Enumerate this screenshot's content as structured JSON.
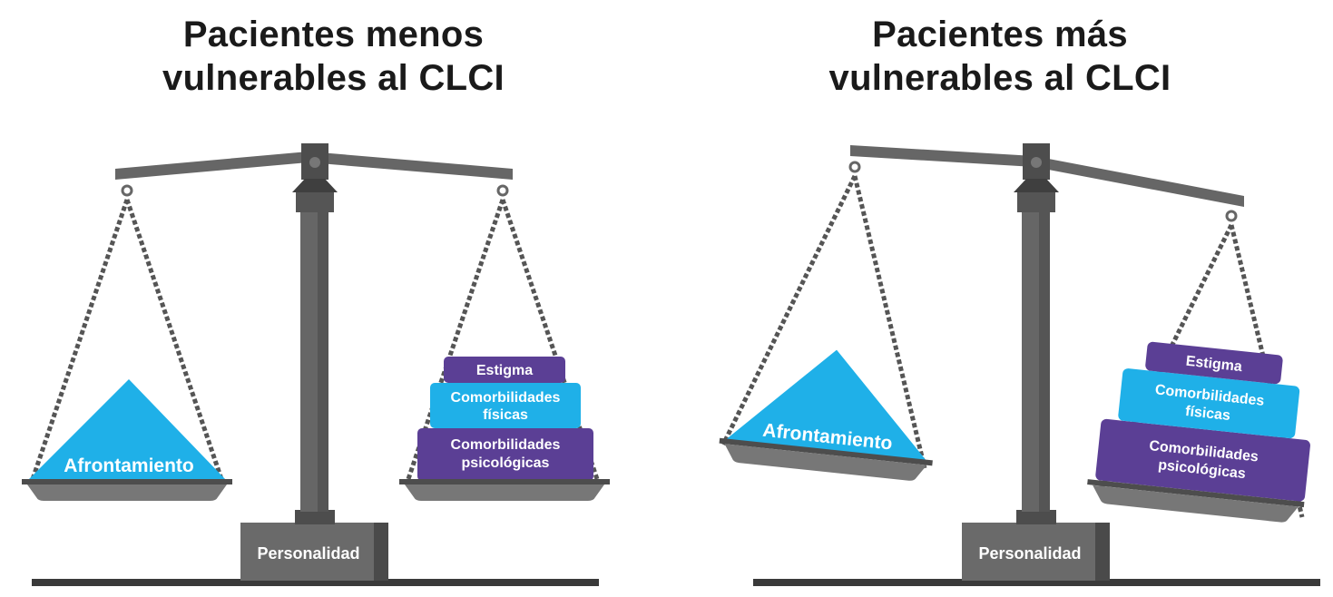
{
  "scales": [
    {
      "title_line1": "Pacientes menos",
      "title_line2": "vulnerables al CLCI",
      "base_label": "Personalidad",
      "left_label": "Afrontamiento",
      "right_blocks": [
        {
          "line1": "Estigma",
          "line2": ""
        },
        {
          "line1": "Comorbilidades",
          "line2": "físicas"
        },
        {
          "line1": "Comorbilidades",
          "line2": "psicológicas"
        }
      ]
    },
    {
      "title_line1": "Pacientes más",
      "title_line2": "vulnerables al CLCI",
      "base_label": "Personalidad",
      "left_label": "Afrontamiento",
      "right_blocks": [
        {
          "line1": "Estigma",
          "line2": ""
        },
        {
          "line1": "Comorbilidades",
          "line2": "físicas"
        },
        {
          "line1": "Comorbilidades",
          "line2": "psicológicas"
        }
      ]
    }
  ],
  "colors": {
    "purple": "#5b3f95",
    "cyan": "#1fb0e8",
    "dark_gray": "#4d4d4d",
    "mid_gray": "#666666",
    "light_gray": "#777777",
    "base_line": "#3a3a3a"
  }
}
